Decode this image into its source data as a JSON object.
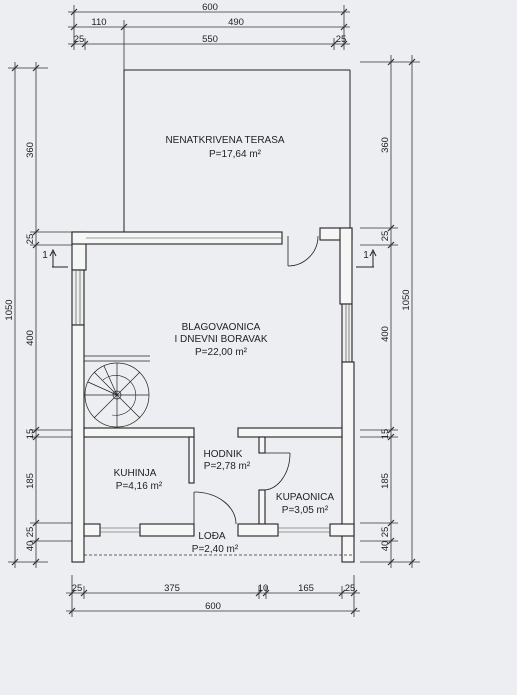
{
  "rooms": {
    "terasa": {
      "name": "NENATKRIVENA TERASA",
      "area": "P=17,64 m²"
    },
    "boravak": {
      "name_line1": "BLAGOVAONICA",
      "name_line2": "I DNEVNI BORAVAK",
      "area": "P=22,00 m²"
    },
    "hodnik": {
      "name": "HODNIK",
      "area": "P=2,78 m²"
    },
    "kuhinja": {
      "name": "KUHINJA",
      "area": "P=4,16 m²"
    },
    "kupaonica": {
      "name": "KUPAONICA",
      "area": "P=3,05 m²"
    },
    "loda": {
      "name": "LOĐA",
      "area": "P=2,40 m²"
    }
  },
  "dimensions": {
    "top": {
      "total": "600",
      "a": "110",
      "b": "490",
      "c": "25",
      "d": "550",
      "e": "25"
    },
    "bottom": {
      "a": "25",
      "b": "375",
      "c": "10",
      "d": "165",
      "e": "25",
      "total": "600"
    },
    "left": {
      "total": "1050",
      "a": "360",
      "b": "25",
      "c": "400",
      "d": "15",
      "e": "185",
      "f": "40",
      "g": "25"
    },
    "right": {
      "total": "1050",
      "a": "360",
      "b": "25",
      "c": "400",
      "d": "15",
      "e": "185",
      "f": "40",
      "g": "25"
    }
  },
  "section_marks": {
    "left": "1",
    "right": "1"
  }
}
